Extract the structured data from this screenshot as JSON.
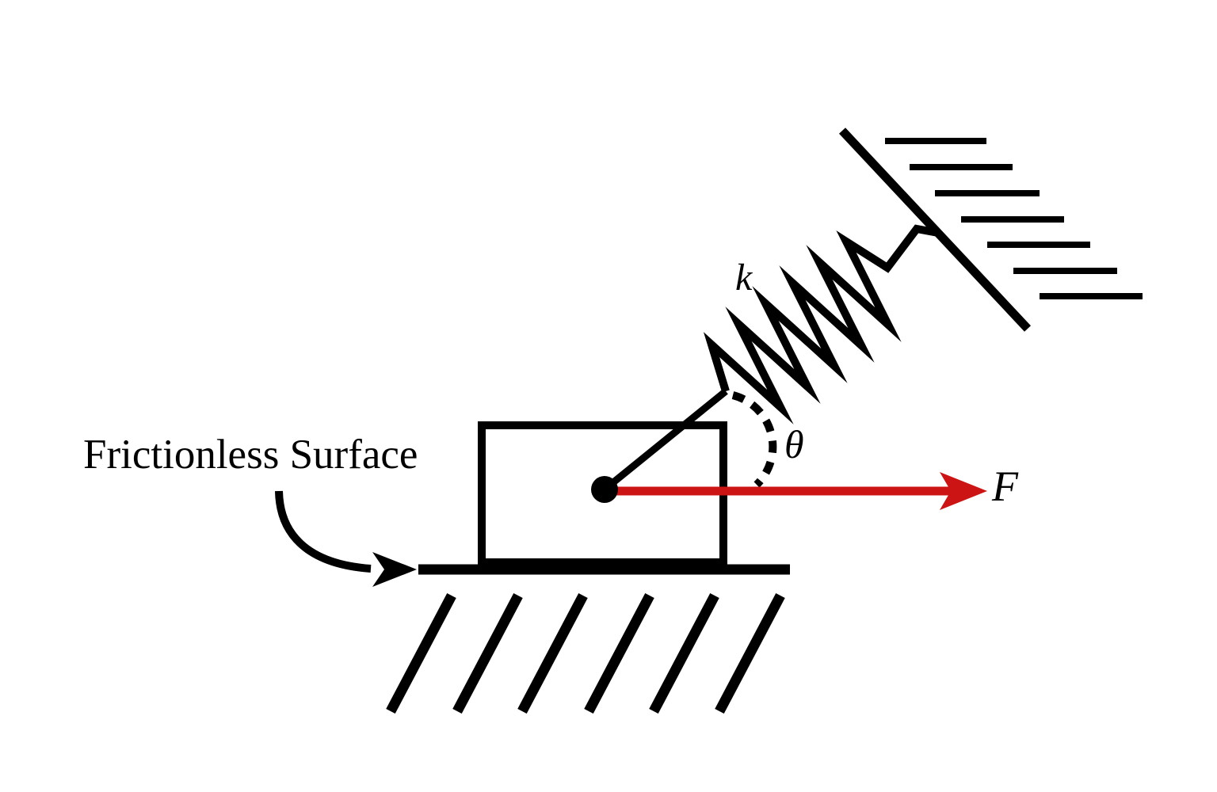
{
  "diagram": {
    "labels": {
      "surface": "Frictionless Surface",
      "spring_constant": "k",
      "angle": "θ",
      "force": "F"
    },
    "colors": {
      "ink": "#000000",
      "force_arrow": "#cc1414",
      "background": "#ffffff"
    }
  }
}
